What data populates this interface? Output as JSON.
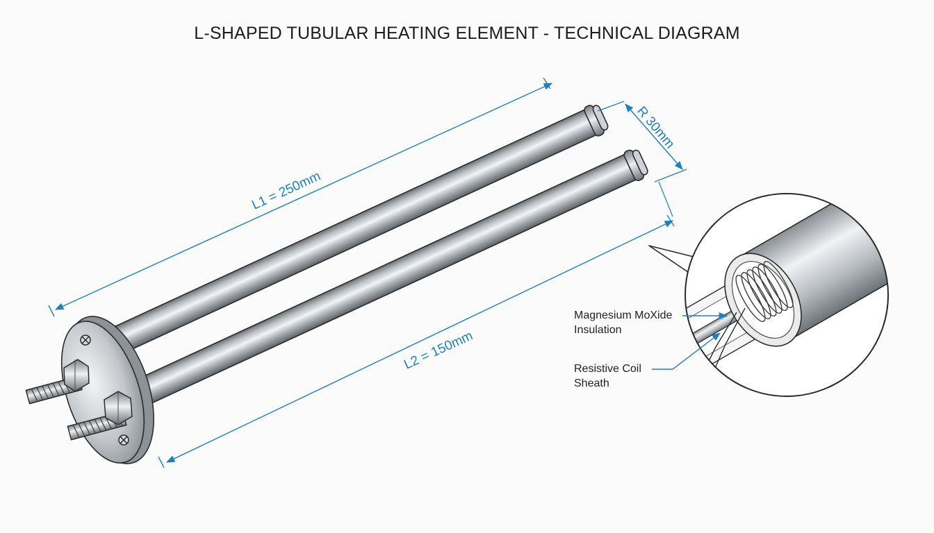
{
  "title": "L-SHAPED TUBULAR HEATING ELEMENT - TECHNICAL DIAGRAM",
  "dimensions": {
    "l1": "L1 = 250mm",
    "l2": "L2 = 150mm",
    "radius": "R 30mm"
  },
  "callouts": {
    "insulation_line1": "Magnesium MoXide",
    "insulation_line2": "Insulation",
    "coil_line1": "Resistive Coil",
    "coil_line2": "Sheath"
  },
  "colors": {
    "dimension": "#1f7fc1",
    "metal_dark": "#6f7479",
    "metal_light": "#eef0f2",
    "outline": "#2a2a2a"
  },
  "icons": [
    "screw-icon",
    "nut-icon",
    "threaded-terminal-icon"
  ]
}
